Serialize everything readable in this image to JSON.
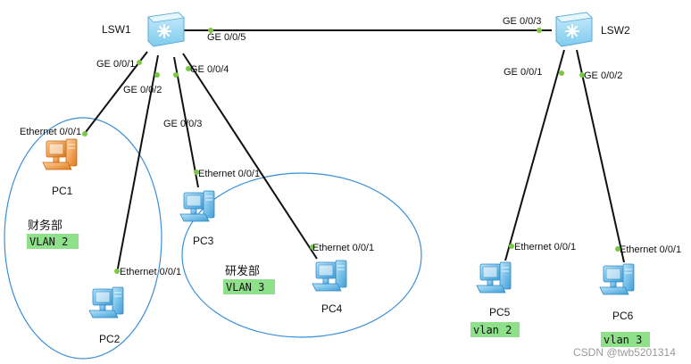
{
  "devices": {
    "lsw1": "LSW1",
    "lsw2": "LSW2",
    "pc1": "PC1",
    "pc2": "PC2",
    "pc3": "PC3",
    "pc4": "PC4",
    "pc5": "PC5",
    "pc6": "PC6"
  },
  "ports": {
    "lsw1_ge005": "GE 0/0/5",
    "lsw2_ge003": "GE 0/0/3",
    "lsw1_ge001": "GE 0/0/1",
    "lsw1_ge002": "GE 0/0/2",
    "lsw1_ge004": "GE 0/0/4",
    "lsw1_ge003": "GE 0/0/3",
    "lsw2_ge001": "GE 0/0/1",
    "lsw2_ge002": "GE 0/0/2",
    "pc1_eth": "Ethernet 0/0/1",
    "pc2_eth": "Ethernet 0/0/1",
    "pc3_eth": "Ethernet 0/0/1",
    "pc4_eth": "Ethernet 0/0/1",
    "pc5_eth": "Ethernet 0/0/1",
    "pc6_eth": "Ethernet 0/0/1"
  },
  "groups": {
    "finance_name": "财务部",
    "finance_vlan": "VLAN 2",
    "rd_name": "研发部",
    "rd_vlan": "VLAN 3",
    "pc5_vlan": "vlan 2",
    "pc6_vlan": "vlan 3"
  },
  "watermark": "CSDN @twb5201314",
  "colors": {
    "link": "#111111",
    "port_dot": "#7ac943",
    "group_outline": "#3a8fd8",
    "vlan_label_bg": "#8fe08a",
    "pc1_status": "#f08a24",
    "pc_default": "#4aa8e0"
  }
}
